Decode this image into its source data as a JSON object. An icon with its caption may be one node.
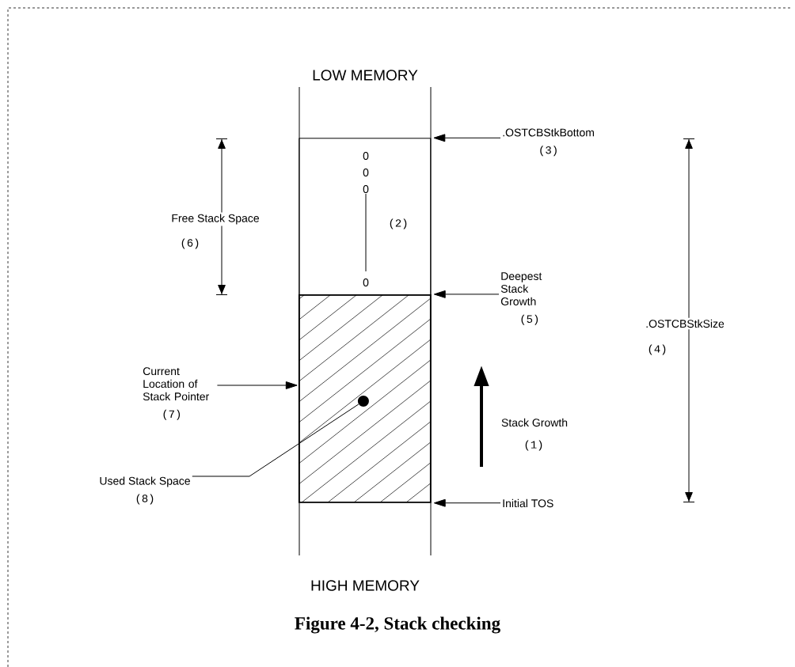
{
  "diagram": {
    "caption": "Figure 4-2, Stack checking",
    "nodes": [
      {
        "text": [
          "LOW MEMORY",
          "HIGH MEMORY"
        ]
      },
      {
        "text": [
          "0",
          "0",
          "0",
          "(2)",
          "0"
        ],
        "in": 0
      },
      {
        "text": [],
        "shape": "box",
        "in": 0
      },
      {
        "text": [],
        "shape": "circle",
        "in": 2
      },
      {
        "text": [
          ".OSTCBStkBottom",
          "(3)"
        ]
      },
      {
        "text": [
          "Deepest Stack Growth",
          "(5)"
        ]
      },
      {
        "text": [
          "Initial TOS"
        ]
      },
      {
        "text": [
          "Current Location of Stack Pointer",
          "(7)"
        ]
      },
      {
        "text": [
          "Used Stack Space",
          "(8)"
        ]
      }
    ],
    "edges": [
      {
        "from": 4,
        "to": 1,
        "arrow": "to"
      },
      {
        "from": 5,
        "to": 2,
        "arrow": "to"
      },
      {
        "from": 6,
        "to": 2,
        "arrow": "to"
      },
      {
        "from": 7,
        "to": 0,
        "arrow": "to"
      },
      {
        "from": 8,
        "to": 3,
        "arrow": "none"
      }
    ],
    "labels": [
      "Free Stack Space",
      "(6)",
      ".OSTCBStkSize",
      "(4)",
      "Stack Growth",
      "(1)"
    ]
  }
}
